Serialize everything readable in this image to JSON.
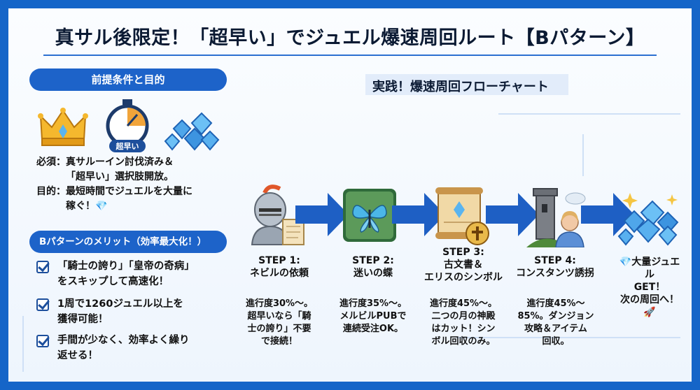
{
  "title": "真サル後限定！「超早い」でジュエル爆速周回ルート【Bパターン】",
  "left": {
    "pill": "前提条件と目的",
    "badge_label": "超早い",
    "req_line1": "必須：真サルーイン討伐済み＆",
    "req_line2": "「超早い」選択肢開放。",
    "goal_line1": "目的：最短時間でジュエルを大量に",
    "goal_line2": "稼ぐ！💎",
    "merit_pill": "Bパターンのメリット（効率最大化！）",
    "merits": [
      {
        "l1": "「騎士の誇り」「皇帝の奇病」",
        "l2": "をスキップして高速化！"
      },
      {
        "l1": "1周で1260ジュエル以上を",
        "l2": "獲得可能！"
      },
      {
        "l1": "手間が少なく、効率よく繰り",
        "l2": "返せる！"
      }
    ]
  },
  "flow": {
    "title": "実践！爆速周回フローチャート",
    "steps": [
      {
        "step": "STEP 1:",
        "name": "ネビルの依頼",
        "desc": [
          "進行度30%〜。",
          "超早いなら「騎",
          "士の誇り」不要",
          "で接続！"
        ]
      },
      {
        "step": "STEP 2:",
        "name": "迷いの蝶",
        "desc": [
          "進行度35%〜。",
          "メルビルPUBで",
          "連続受注OK。"
        ]
      },
      {
        "step": "STEP 3:",
        "name": "古文書＆",
        "name2": "エリスのシンボル",
        "desc": [
          "進行度45%〜。",
          "二つの月の神殿",
          "はカット！シン",
          "ボル回収のみ。"
        ]
      },
      {
        "step": "STEP 4:",
        "name": "コンスタンツ誘拐",
        "desc": [
          "進行度45%〜",
          "85%。ダンジョン",
          "攻略＆アイテム",
          "回収。"
        ]
      }
    ],
    "final": [
      "💎大量ジュエル",
      "GET！",
      "次の周回へ！🚀"
    ]
  },
  "colors": {
    "accent": "#1d63c9",
    "frame": "#1565c8",
    "arrow": "#1e5fc4"
  }
}
